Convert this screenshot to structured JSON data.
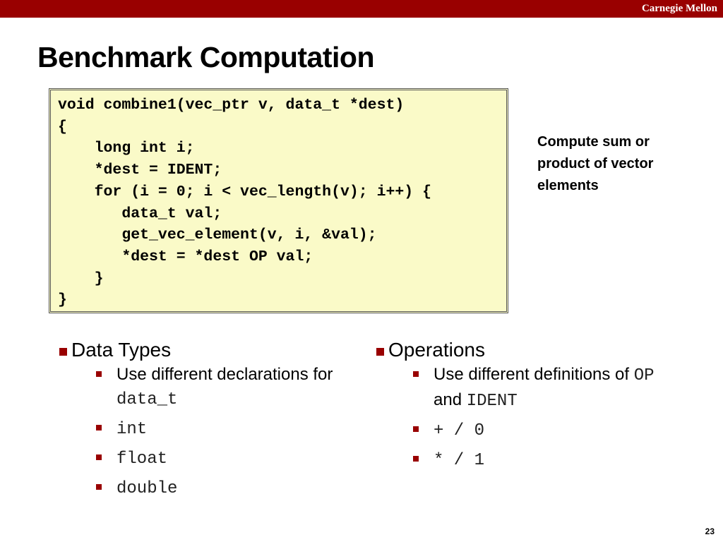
{
  "header": {
    "brand": "Carnegie Mellon"
  },
  "slide": {
    "title": "Benchmark Computation",
    "code_lines": [
      "void combine1(vec_ptr v, data_t *dest)",
      "{",
      "    long int i;",
      "    *dest = IDENT;",
      "    for (i = 0; i < vec_length(v); i++) {",
      "       data_t val;",
      "       get_vec_element(v, i, &val);",
      "       *dest = *dest OP val;",
      "    }",
      "}"
    ],
    "note": "Compute sum or product of vector elements",
    "left": {
      "heading": "Data Types",
      "item1_text": "Use different declarations for",
      "item1_code": "data_t",
      "item2": "int",
      "item3": "float",
      "item4": "double"
    },
    "right": {
      "heading": "Operations",
      "item1_text": "Use different definitions of",
      "item1_code1": "OP",
      "item1_and": "and",
      "item1_code2": "IDENT",
      "item2": "+ / 0",
      "item3": "* / 1"
    },
    "page_number": "23"
  },
  "colors": {
    "accent": "#990000",
    "code_bg": "#fafac8"
  }
}
